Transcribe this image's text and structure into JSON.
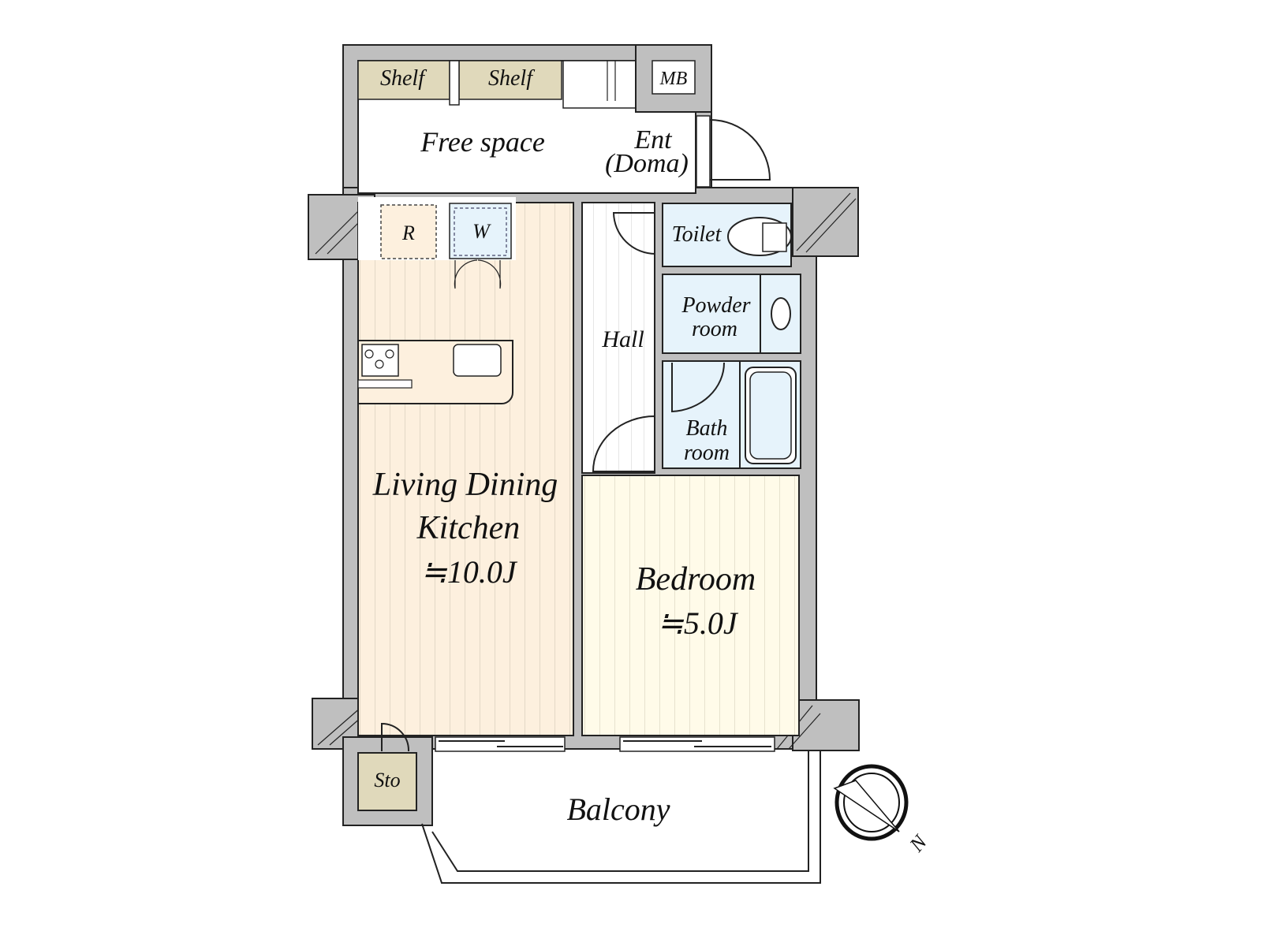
{
  "rooms": {
    "shelf_1": "Shelf",
    "shelf_2": "Shelf",
    "mb": "MB",
    "free_space": "Free space",
    "entrance_line1": "Ent",
    "entrance_line2": "(Doma)",
    "refrigerator": "R",
    "washer": "W",
    "toilet": "Toilet",
    "powder_line1": "Powder",
    "powder_line2": "room",
    "hall": "Hall",
    "bath_line1": "Bath",
    "bath_line2": "room",
    "ldk_line1": "Living Dining",
    "ldk_line2": "Kitchen",
    "ldk_size": "≒10.0J",
    "bedroom": "Bedroom",
    "bedroom_size": "≒5.0J",
    "storage": "Sto",
    "balcony": "Balcony"
  },
  "compass": {
    "label": "N"
  },
  "colors": {
    "wall": "#bfbfbf",
    "shelf": "#e0d9bb",
    "ldk_floor": "#fdf0de",
    "bedroom_floor": "#fffbe9",
    "wet_area": "#e6f3fb"
  }
}
